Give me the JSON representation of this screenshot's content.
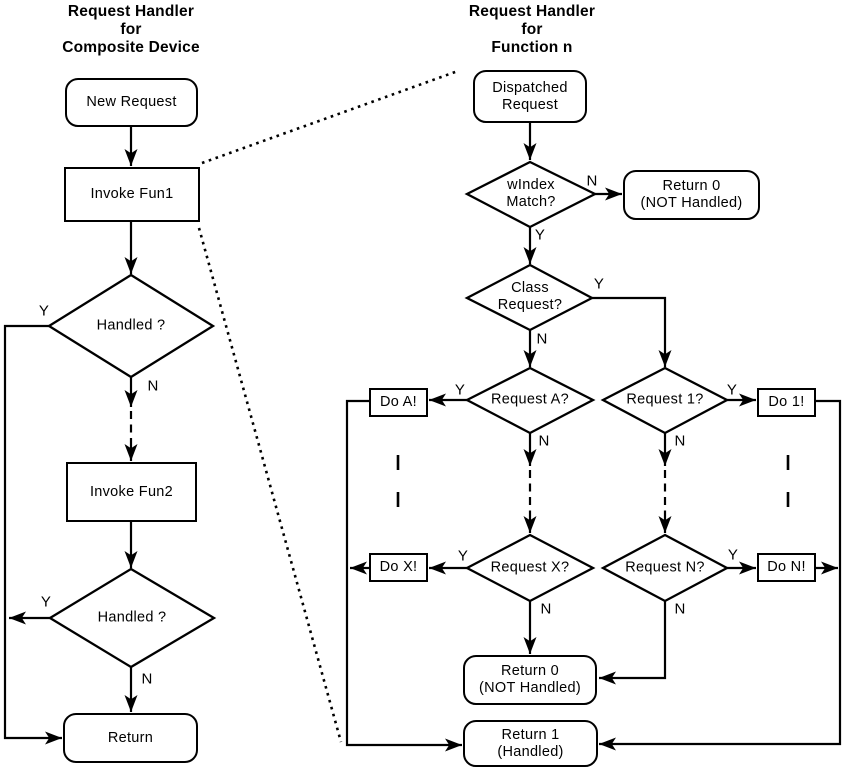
{
  "colors": {
    "ink": "#000000",
    "background": "#ffffff"
  },
  "left_flow": {
    "title": "Request Handler\nfor\nComposite Device",
    "nodes": {
      "new_request": "New Request",
      "invoke_fun1": "Invoke Fun1",
      "handled_1": "Handled ?",
      "invoke_fun2": "Invoke Fun2",
      "handled_2": "Handled ?",
      "return": "Return"
    },
    "branch_labels": {
      "handled1_yes": "Y",
      "handled1_no": "N",
      "handled2_yes": "Y",
      "handled2_no": "N"
    }
  },
  "right_flow": {
    "title": "Request Handler\nfor\nFunction n",
    "nodes": {
      "dispatched_request": "Dispatched\nRequest",
      "windex_match": "wIndex\nMatch?",
      "return0_top": "Return 0\n(NOT Handled)",
      "class_request": "Class\nRequest?",
      "request_a": "Request A?",
      "do_a": "Do A!",
      "request_1": "Request 1?",
      "do_1": "Do 1!",
      "request_x": "Request X?",
      "do_x": "Do X!",
      "request_n": "Request N?",
      "do_n": "Do N!",
      "return0_bottom": "Return 0\n(NOT Handled)",
      "return1": "Return 1\n(Handled)"
    },
    "branch_labels": {
      "windex_no": "N",
      "windex_yes": "Y",
      "class_yes": "Y",
      "class_no": "N",
      "request_a_yes": "Y",
      "request_a_no": "N",
      "request_1_yes": "Y",
      "request_1_no": "N",
      "request_x_yes": "Y",
      "request_x_no": "N",
      "request_n_yes": "Y",
      "request_n_no": "N"
    }
  }
}
